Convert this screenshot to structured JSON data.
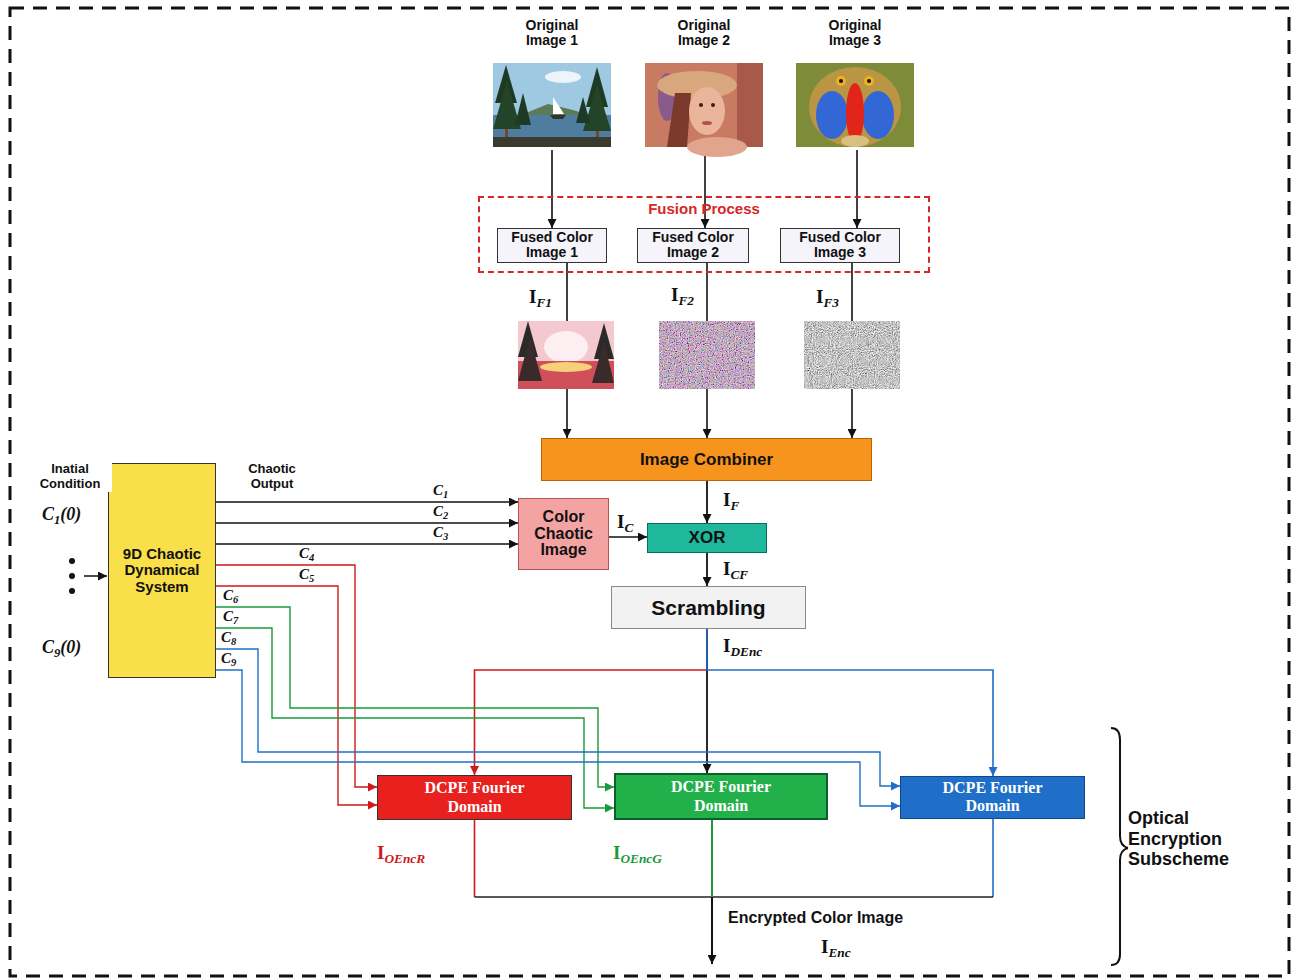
{
  "diagram": {
    "nodes": [
      {
        "text": [
          "Original Image 1"
        ]
      },
      {
        "text": [
          "Original Image 2"
        ]
      },
      {
        "text": [
          "Original Image 3"
        ]
      },
      {
        "text": [
          "Fusion Process"
        ]
      },
      {
        "text": [
          "Fused Color Image 1"
        ],
        "in": 3
      },
      {
        "text": [
          "Fused Color Image 2"
        ],
        "in": 3
      },
      {
        "text": [
          "Fused Color Image 3"
        ],
        "in": 3
      },
      {
        "text": [
          "Image Combiner"
        ]
      },
      {
        "text": [
          "9D Chaotic Dynamical System"
        ]
      },
      {
        "text": [
          "Color Chaotic Image"
        ]
      },
      {
        "text": [
          "XOR"
        ]
      },
      {
        "text": [
          "Scrambling"
        ]
      },
      {
        "text": [
          "DCPE Fourier Domain"
        ]
      },
      {
        "text": [
          "DCPE Fourier Domain"
        ]
      },
      {
        "text": [
          "DCPE Fourier Domain"
        ]
      }
    ],
    "edges": [
      {
        "from": 0,
        "to": 4,
        "arrow": "to"
      },
      {
        "from": 1,
        "to": 5,
        "arrow": "to"
      },
      {
        "from": 2,
        "to": 6,
        "arrow": "to"
      },
      {
        "from": 4,
        "to": 7,
        "label": "IF1",
        "arrow": "to"
      },
      {
        "from": 5,
        "to": 7,
        "label": "IF2",
        "arrow": "to"
      },
      {
        "from": 6,
        "to": 7,
        "label": "IF3",
        "arrow": "to"
      },
      {
        "from": 7,
        "to": 10,
        "label": "IF",
        "arrow": "to"
      },
      {
        "from": 8,
        "to": 9,
        "label": "C1",
        "arrow": "to"
      },
      {
        "from": 8,
        "to": 9,
        "label": "C2",
        "arrow": "to"
      },
      {
        "from": 8,
        "to": 9,
        "label": "C3",
        "arrow": "to"
      },
      {
        "from": 9,
        "to": 10,
        "label": "IC",
        "arrow": "to"
      },
      {
        "from": 10,
        "to": 11,
        "label": "ICF",
        "arrow": "to"
      },
      {
        "from": 11,
        "to": 12,
        "arrow": "to"
      },
      {
        "from": 11,
        "to": 13,
        "label": "IDEnc",
        "arrow": "to"
      },
      {
        "from": 11,
        "to": 14,
        "arrow": "to"
      },
      {
        "from": 8,
        "to": 12,
        "label": "C4",
        "arrow": "to"
      },
      {
        "from": 8,
        "to": 12,
        "label": "C5",
        "arrow": "to"
      },
      {
        "from": 8,
        "to": 13,
        "label": "C6",
        "arrow": "to"
      },
      {
        "from": 8,
        "to": 13,
        "label": "C7",
        "arrow": "to"
      },
      {
        "from": 8,
        "to": 14,
        "label": "C8",
        "arrow": "to"
      },
      {
        "from": 8,
        "to": 14,
        "label": "C9",
        "arrow": "to"
      }
    ],
    "labels": [
      "Inatial Condition",
      "Chaotic Output",
      "C1(0)",
      "C9(0)",
      "IOEncR",
      "IOEncG",
      "Encrypted Color Image",
      "IEnc",
      "Optical Encryption Subscheme"
    ]
  }
}
